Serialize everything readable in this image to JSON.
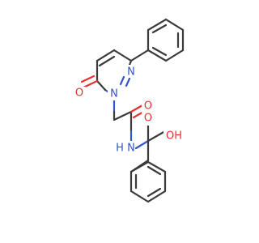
{
  "molecule": {
    "atoms": {
      "ketone_o": {
        "label": "O",
        "color": "#e8312f"
      },
      "ring_n1": {
        "label": "N",
        "color": "#3355cc"
      },
      "ring_n2": {
        "label": "N",
        "color": "#3355cc"
      },
      "amide_o": {
        "label": "O",
        "color": "#e8312f"
      },
      "amide_n": {
        "label": "N",
        "color": "#3355cc"
      },
      "amide_h": {
        "label": "H",
        "color": "#3355cc"
      },
      "acid_o": {
        "label": "O",
        "color": "#e8312f"
      },
      "acid_oh": {
        "label": "OH",
        "color": "#e8312f"
      }
    },
    "bond_color": "#3a3a3a"
  }
}
